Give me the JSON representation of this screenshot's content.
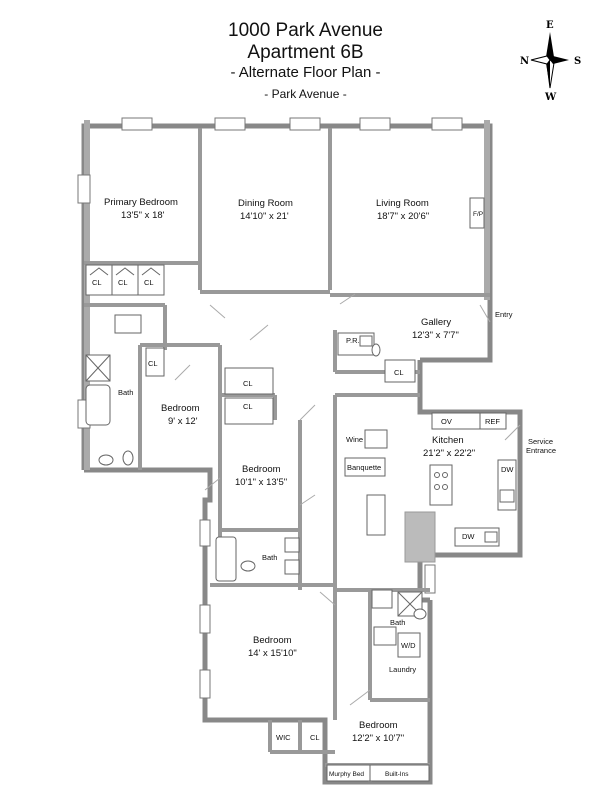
{
  "title": {
    "line1": "1000 Park Avenue",
    "line2": "Apartment 6B",
    "line3": "- Alternate Floor Plan -",
    "street": "- Park Avenue -"
  },
  "compass": {
    "n": "N",
    "e": "E",
    "s": "S",
    "w": "W"
  },
  "rooms": {
    "primary_bedroom": {
      "name": "Primary Bedroom",
      "dims": "13'5\" x 18'"
    },
    "dining_room": {
      "name": "Dining Room",
      "dims": "14'10\" x 21'"
    },
    "living_room": {
      "name": "Living Room",
      "dims": "18'7\" x 20'6\""
    },
    "gallery": {
      "name": "Gallery",
      "dims": "12'3\" x 7'7\""
    },
    "kitchen": {
      "name": "Kitchen",
      "dims": "21'2\" x 22'2\""
    },
    "bedroom_a": {
      "name": "Bedroom",
      "dims": "9' x 12'"
    },
    "bedroom_b": {
      "name": "Bedroom",
      "dims": "10'1\" x 13'5\""
    },
    "bedroom_c": {
      "name": "Bedroom",
      "dims": "14' x 15'10\""
    },
    "bedroom_d": {
      "name": "Bedroom",
      "dims": "12'2\" x 10'7\""
    }
  },
  "fixtures": {
    "cl": "CL",
    "bath": "Bath",
    "fp": "F/P",
    "entry": "Entry",
    "pr": "P.R.",
    "wine": "Wine",
    "banquette": "Banquette",
    "ov": "OV",
    "ref": "REF",
    "service_entrance_1": "Service",
    "service_entrance_2": "Entrance",
    "dw": "DW",
    "wd": "W/D",
    "laundry": "Laundry",
    "wic": "WIC",
    "murphy_bed": "Murphy Bed",
    "built_ins": "Built-Ins"
  }
}
